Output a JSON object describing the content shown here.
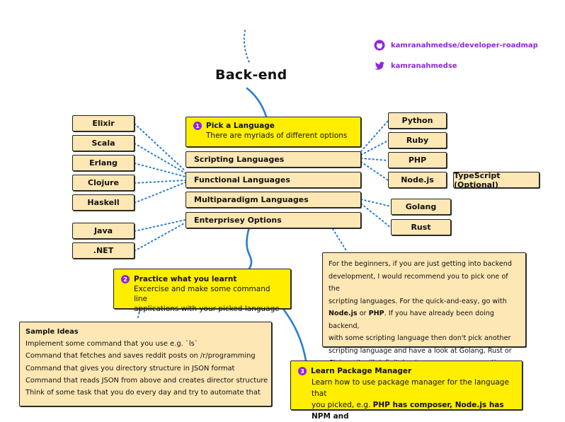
{
  "title": "Back-end",
  "social": {
    "github": "kamranahmedse/developer-roadmap",
    "twitter": "kamranahmedse",
    "github_icon": "github-icon",
    "twitter_icon": "twitter-icon",
    "accent": "#8e24e0"
  },
  "colors": {
    "topic": "#fde7b4",
    "milestone": "#ffee00",
    "link": "#2a7bd4"
  },
  "step1": {
    "num": "1",
    "title": "Pick a Language",
    "sub": "There are myriads of different options"
  },
  "categories": [
    "Scripting Languages",
    "Functional Languages",
    "Multiparadigm Languages",
    "Enterprisey Options"
  ],
  "left_langs": [
    "Elixir",
    "Scala",
    "Erlang",
    "Clojure",
    "Haskell"
  ],
  "enterprise_langs": [
    "Java",
    ".NET"
  ],
  "right_langs": [
    "Python",
    "Ruby",
    "PHP",
    "Node.js"
  ],
  "typescript": "TypeScript (Optional)",
  "multi_langs": [
    "Golang",
    "Rust"
  ],
  "advice": {
    "l1": "For the beginners, if you are just getting into backend",
    "l2": "development, I would recommend you to pick one of the",
    "l3": "scripting languages. For the quick-and-easy, go with",
    "l4a": "Node.js",
    "l4b": " or ",
    "l4c": "PHP",
    "l4d": ". If you have already been doing backend,",
    "l5": "with some scripting language then don't pick another",
    "l6": "scripting language and have a look at Golang, Rust or",
    "l7": "Clojure, it will definitely give you a new perspective."
  },
  "step2": {
    "num": "2",
    "title": "Practice what you learnt",
    "sub1": "Excercise and make some command line",
    "sub2": "applications with your picked language"
  },
  "ideas": {
    "title": "Sample Ideas",
    "items": [
      "Implement some command that you use e.g. `ls`",
      "Command that fetches and saves reddit posts on /r/programming",
      "Command that gives you directory structure in JSON format",
      "Command that reads JSON from above and creates director structure",
      "Think of some task that you do every day and try to automate that"
    ]
  },
  "step3": {
    "num": "3",
    "title": "Learn Package Manager",
    "sub1": "Learn how to use package manager for the language that",
    "sub2a": "you picked, e.g. ",
    "sub2b": "PHP has composer, Node.js has NPM and"
  }
}
